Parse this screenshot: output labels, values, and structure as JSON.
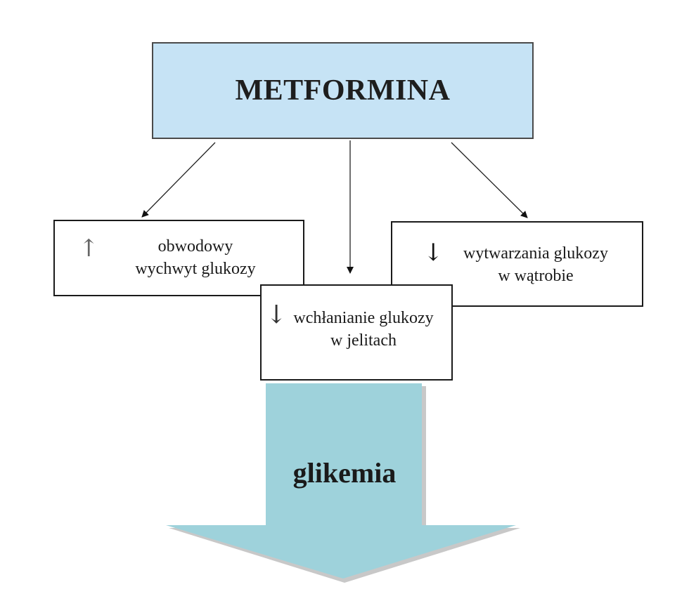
{
  "diagram": {
    "root": "METFORMINA",
    "left": {
      "arrow": "↑",
      "line1": "obwodowy",
      "line2": "wychwyt glukozy"
    },
    "right": {
      "arrow": "↓",
      "line1": "wytwarzania glukozy",
      "line2": "w wątrobie"
    },
    "center": {
      "arrow": "↓",
      "line1": "wchłanianie glukozy",
      "line2": "w jelitach"
    },
    "result": "glikemia"
  },
  "colors": {
    "root_fill": "#c6e3f5",
    "big_arrow_fill": "#9ed2db",
    "big_arrow_shadow": "#c8c8c8"
  }
}
